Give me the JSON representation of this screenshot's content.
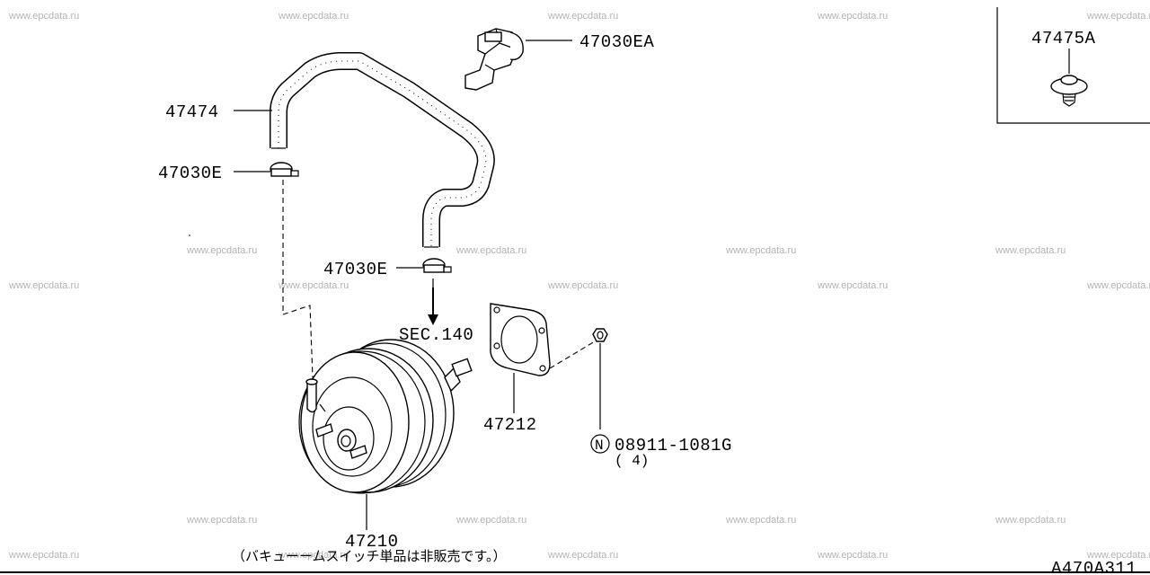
{
  "watermark": "www.epcdata.ru",
  "parts": {
    "hose": "47474",
    "hose_clamp_bracket": "47030EA",
    "clamp_upper": "47030E",
    "clamp_lower": "47030E",
    "grommet": "47475A",
    "booster": "47210",
    "gasket": "47212",
    "nut": "08911-1081G",
    "nut_qty": "( 4)",
    "nut_symbol": "N"
  },
  "reference": "SEC.140",
  "footnote": "（バキューームスイッチ単品は非販売です。）",
  "diagram_code": "A470A311"
}
